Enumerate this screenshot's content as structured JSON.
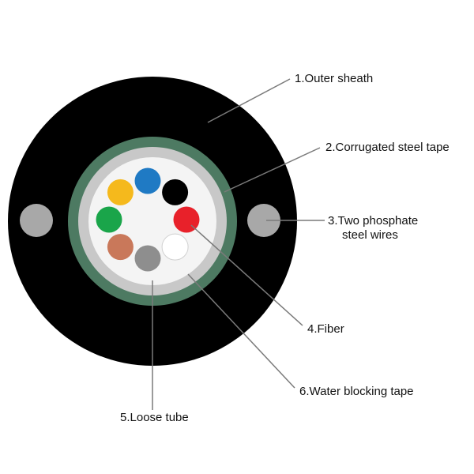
{
  "labels": {
    "outer_sheath": "1.Outer sheath",
    "corrugated_steel_tape": "2.Corrugated steel tape",
    "steel_wires_line1": "3.Two phosphate",
    "steel_wires_line2": "steel wires",
    "fiber": "4.Fiber",
    "water_blocking_tape": "6.Water blocking tape",
    "loose_tube": "5.Loose tube"
  },
  "colors": {
    "outer_sheath": "#000000",
    "corrugated_steel_tape": "#4d7a62",
    "water_blocking_tape": "#c8c8c8",
    "loose_tube": "#f4f4f4",
    "steel_wire": "#a8a8a8",
    "leader_line": "#7a7a7a"
  },
  "fibers": [
    {
      "color_name": "blue",
      "color": "#1f7ac4"
    },
    {
      "color_name": "black",
      "color": "#000000"
    },
    {
      "color_name": "red",
      "color": "#e8212a"
    },
    {
      "color_name": "white",
      "color": "#ffffff"
    },
    {
      "color_name": "gray",
      "color": "#8e8e8e"
    },
    {
      "color_name": "brown",
      "color": "#c9785a"
    },
    {
      "color_name": "green",
      "color": "#1aa54a"
    },
    {
      "color_name": "yellow",
      "color": "#f5b91c"
    }
  ]
}
